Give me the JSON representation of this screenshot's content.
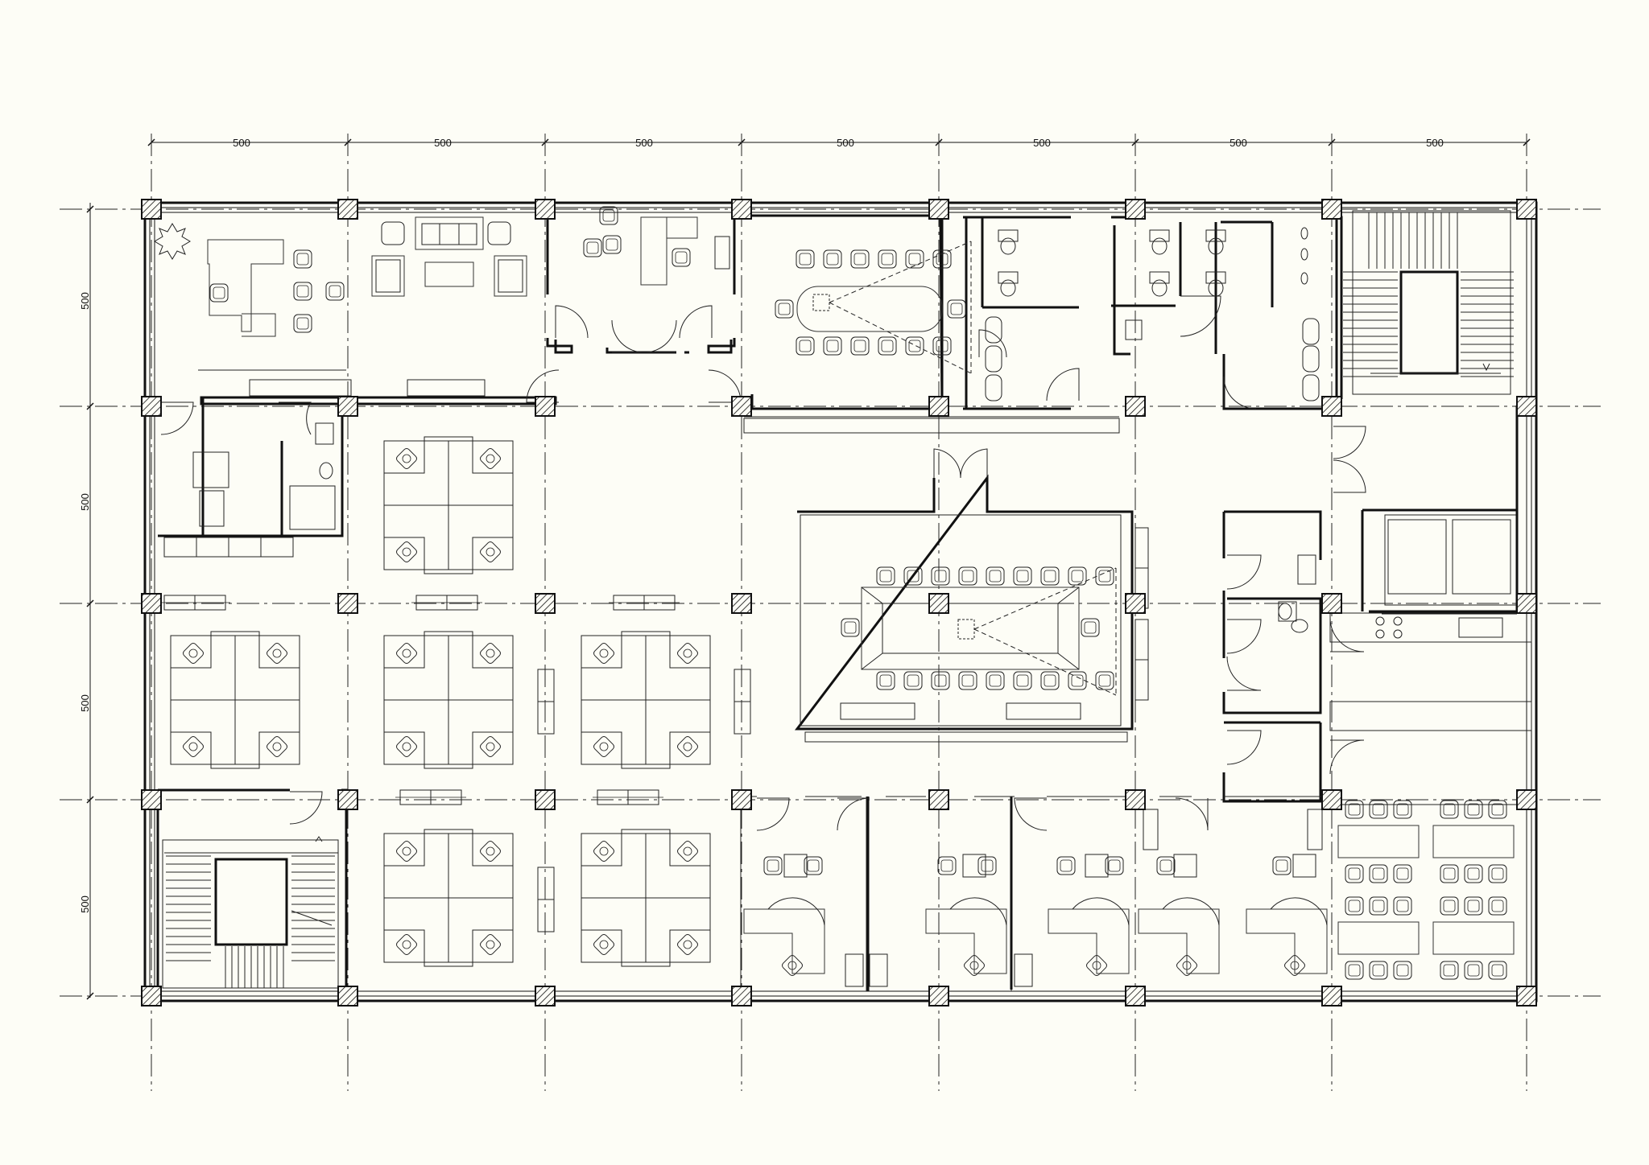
{
  "dimensions": {
    "top": [
      "500",
      "500",
      "500",
      "500",
      "500",
      "500",
      "500"
    ],
    "left": [
      "500",
      "500",
      "500",
      "500"
    ]
  },
  "colors": {
    "background": "#fdfdf6",
    "ink": "#111111"
  }
}
